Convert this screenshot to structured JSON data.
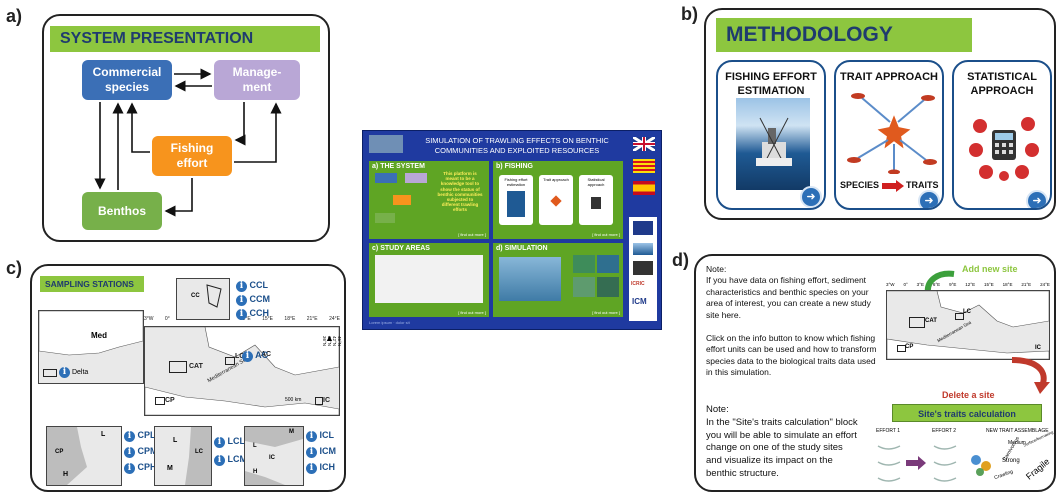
{
  "panel_labels": {
    "a": "a)",
    "b": "b)",
    "c": "c)",
    "d": "d)"
  },
  "system": {
    "title": "SYSTEM PRESENTATION",
    "nodes": {
      "commercial": "Commercial\nspecies",
      "management": "Manage-\nment",
      "fishing": "Fishing\neffort",
      "benthos": "Benthos"
    }
  },
  "methodology": {
    "title": "METHODOLOGY",
    "cards": [
      {
        "title": "FISHING EFFORT\nESTIMATION"
      },
      {
        "title": "TRAIT APPROACH",
        "species": "SPECIES",
        "traits": "TRAITS"
      },
      {
        "title": "STATISTICAL\nAPPROACH"
      }
    ]
  },
  "sampling": {
    "title": "SAMPLING STATIONS",
    "ccl": "CCL",
    "ccm": "CCM",
    "cch": "CCH",
    "med": "Med",
    "delta": "Delta",
    "ac": "AC",
    "cat": "CAT",
    "lc": "LC",
    "cp": "CP",
    "ic": "IC",
    "cc": "CC",
    "sea": "Mediterranean Sea",
    "km": "500 km",
    "lon_ticks": [
      "3°W",
      "0°",
      "3°E",
      "6°E",
      "9°E",
      "12°E",
      "15°E",
      "18°E",
      "21°E",
      "24°E"
    ],
    "lat_ticks": [
      "45°N",
      "42°N",
      "39°N",
      "36°N"
    ],
    "cp_stations": [
      "CPL",
      "CPM",
      "CPH"
    ],
    "lc_stations": [
      "LCL",
      "LCM"
    ],
    "ic_stations": [
      "ICL",
      "ICM",
      "ICH"
    ],
    "l": "L",
    "m": "M",
    "h": "H"
  },
  "screenshot": {
    "title": "SIMULATION OF TRAWLING EFFECTS ON BENTHIC\nCOMMUNITIES AND EXPLOITED RESOURCES",
    "q_a": "a)",
    "q_b": "b)",
    "q_c": "c)",
    "q_d": "d)",
    "q_a_label": "THE SYSTEM",
    "q_b_label": "FISHING",
    "q_c_label": "STUDY AREAS",
    "q_d_label": "SIMULATION",
    "q_a_text": "This platform is\nmeant to be a\nknowledge tool to\nshow the status of\nbenthic communities\nsubjected to\ndifferent trawling\nefforts",
    "q_b_items": [
      "Fishing effort\nestimation",
      "Trait approach",
      "Statistical\napproach"
    ],
    "more": "[ find out more ]",
    "logos": [
      "ICRIC",
      "ICM"
    ],
    "footer": "Lorem ipsum · dolor sit"
  },
  "notes": {
    "note1": "Note:\nIf you have data on fishing effort, sediment\ncharacteristics and benthic species on your\narea of interest, you can create a new study\nsite here.\n\nClick on the info button to know which fishing\neffort units can be used and how to transform\nspecies data to the biological traits data used\nin this simulation.",
    "note2": "Note:\nIn the \"Site's traits calculation\" block\nyou will be able to simulate an effort\nchange on one of the study sites\nand visualize its impact on the\nbenthic structure.",
    "add_site": "Add new site",
    "delete_site": "Delete a site",
    "traits_button": "Site's traits calculation",
    "effort1": "EFFORT 1",
    "effort2": "EFFORT 2",
    "assemblage": "NEW TRAIT ASSEMBLAGE",
    "words": [
      "Carnivorous",
      "Medium",
      "Surface/burrowing",
      "Strong",
      "Crawling",
      "Fragile"
    ],
    "map_sites": {
      "cat": "CAT",
      "lc": "LC",
      "cp": "CP",
      "ic": "IC",
      "sea": "Mediterranean Sea"
    },
    "lon_ticks": [
      "3°W",
      "0°",
      "3°E",
      "6°E",
      "9°E",
      "12°E",
      "15°E",
      "18°E",
      "21°E",
      "24°E"
    ]
  },
  "colors": {
    "green": "#8dc63f",
    "blue": "#3b6fb6",
    "purple": "#b9a7d6",
    "orange": "#f7941d",
    "benthos": "#77b04a",
    "navy": "#1f3b6e"
  }
}
